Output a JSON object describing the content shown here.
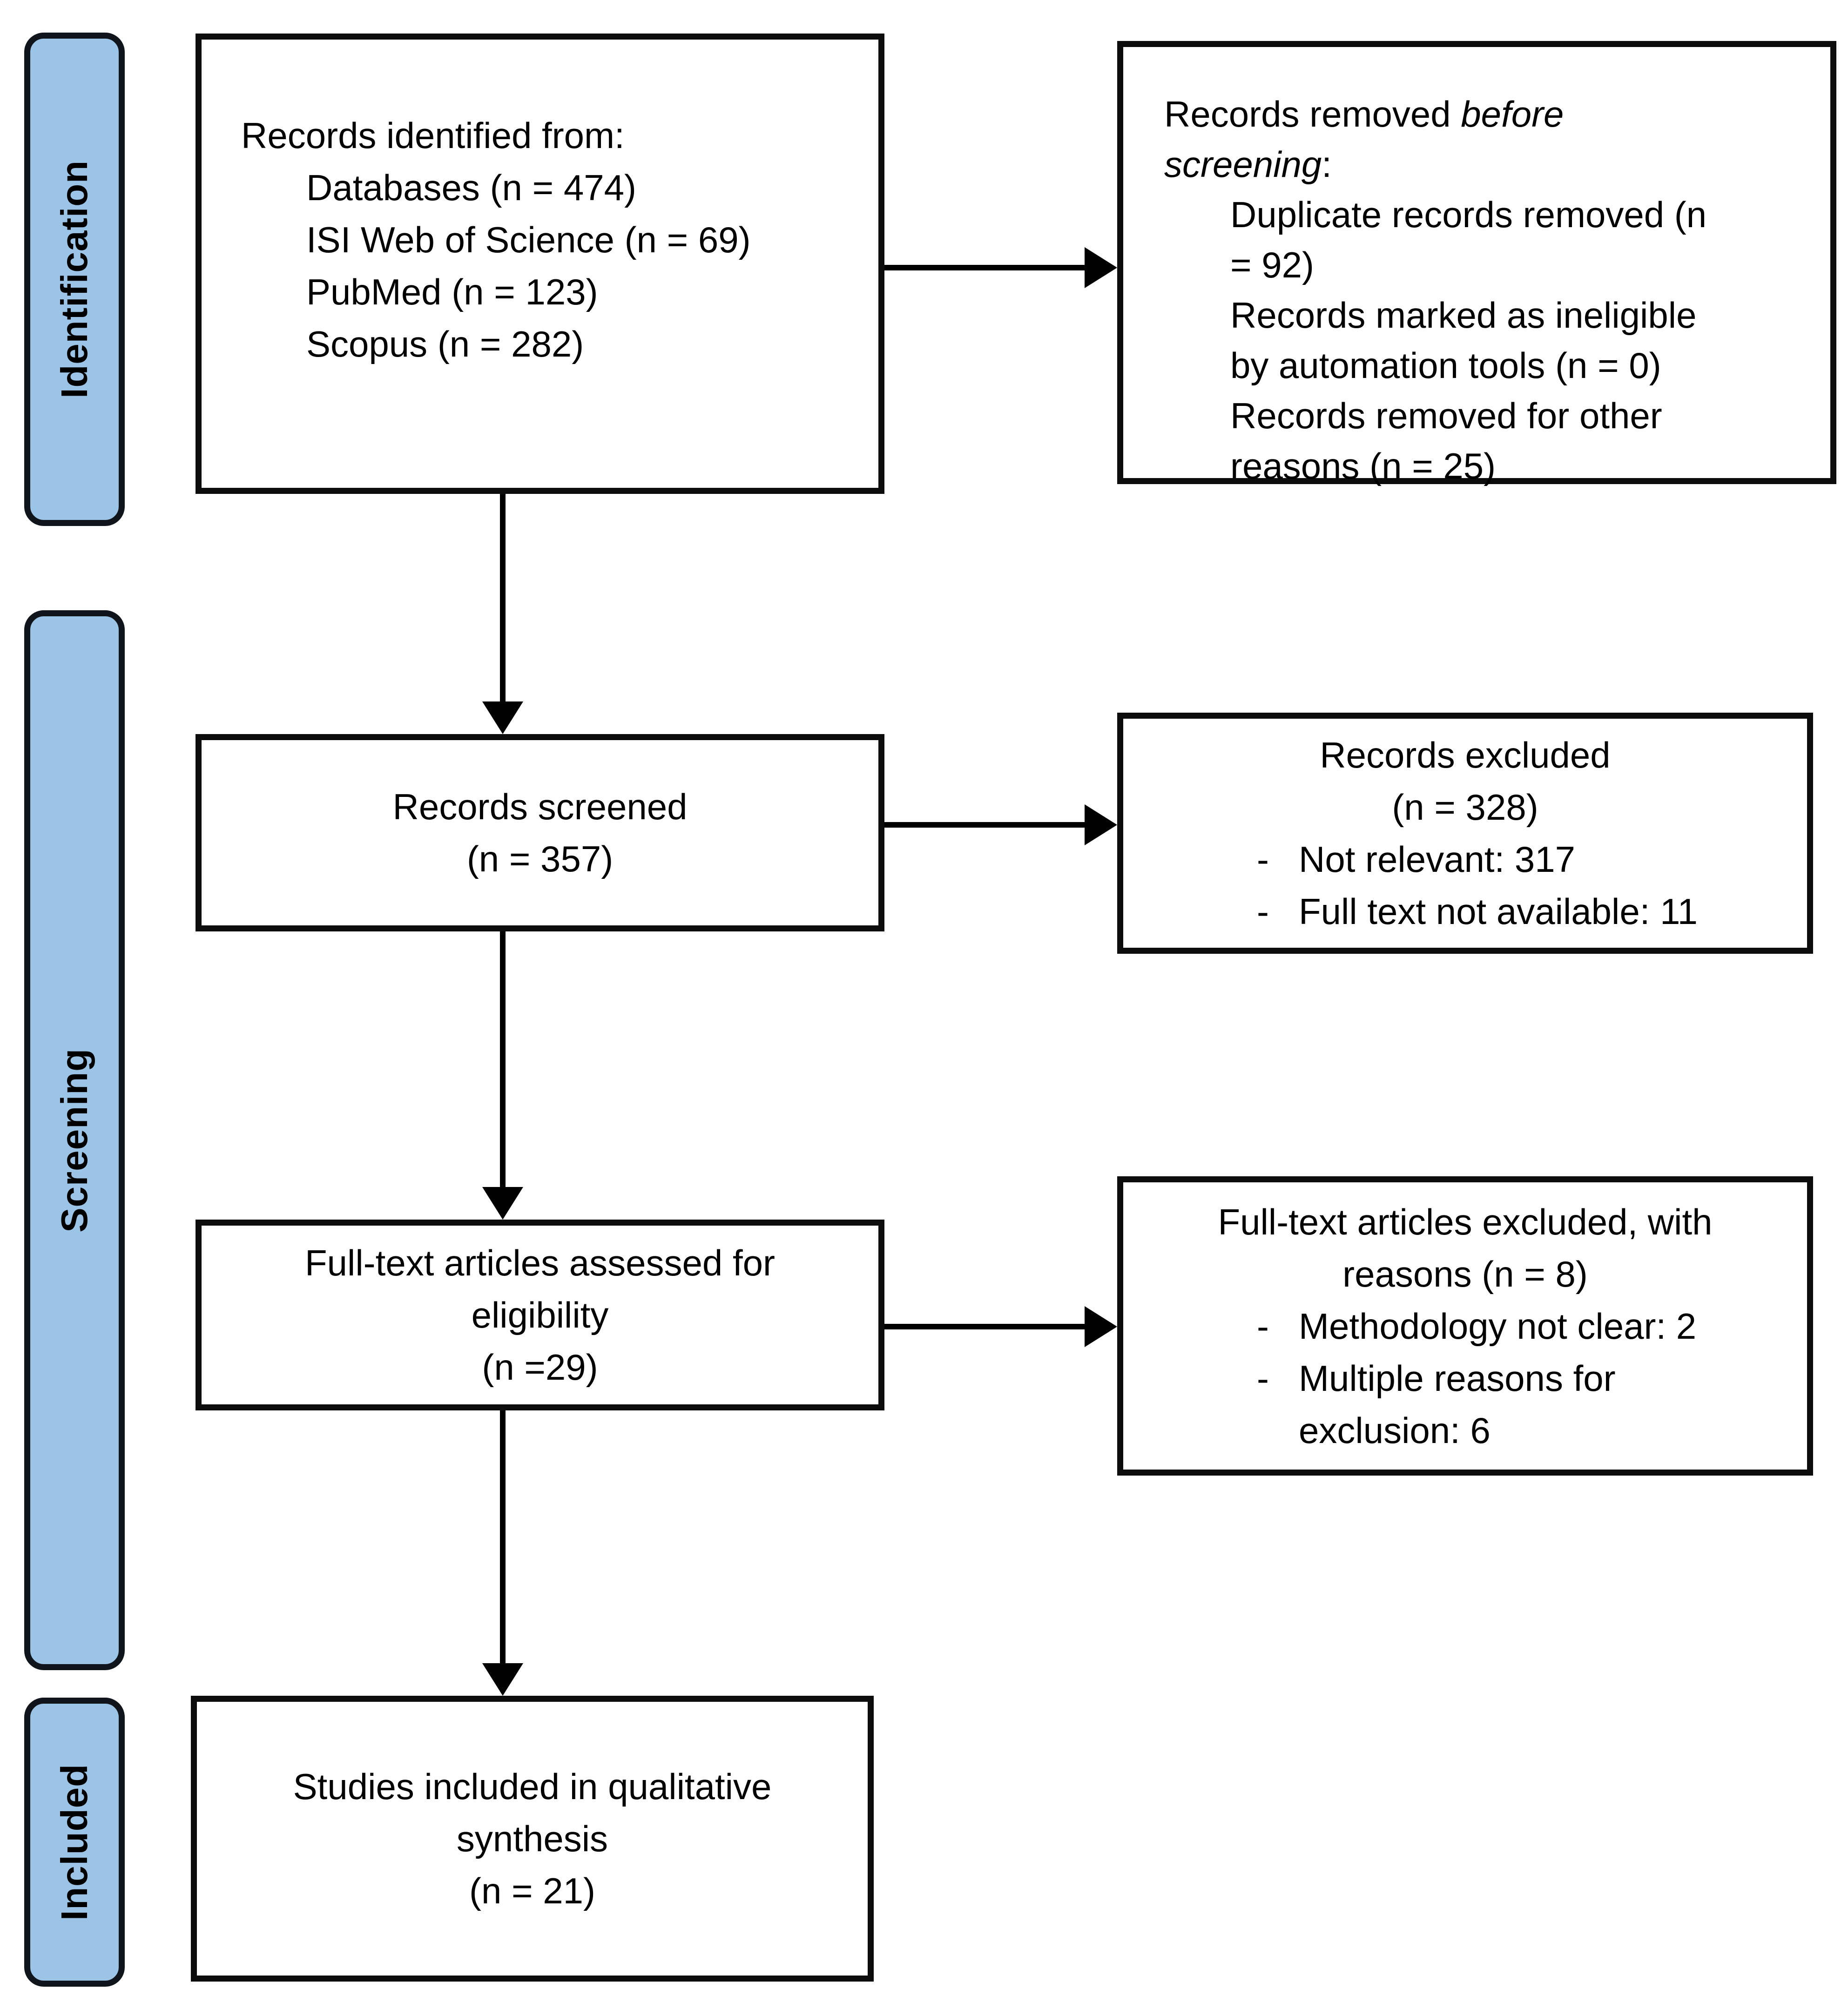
{
  "sidebar": {
    "fill_color": "#9CC4E6",
    "stages": [
      {
        "label": "Identification"
      },
      {
        "label": "Screening"
      },
      {
        "label": "Included"
      }
    ]
  },
  "boxes": {
    "identified": {
      "title": "Records identified from:",
      "items": [
        "Databases (n = 474)",
        "ISI Web of Science (n = 69)",
        "PubMed (n = 123)",
        "Scopus (n = 282)"
      ]
    },
    "removed_before_screening": {
      "title_normal": "Records removed ",
      "title_italic": "before",
      "title_line2_italic": "screening",
      "title_line2_suffix": ":",
      "detail_lines": [
        "Duplicate records removed (n",
        "= 92)",
        "Records marked as ineligible",
        "by automation tools (n = 0)",
        "Records removed for other",
        "reasons (n = 25)"
      ]
    },
    "screened": {
      "lines": [
        "Records screened",
        "(n = 357)"
      ]
    },
    "records_excluded": {
      "lines": [
        "Records excluded",
        "(n = 328)"
      ],
      "bullets": [
        {
          "marker": "-",
          "text": "Not relevant: 317"
        },
        {
          "marker": "-",
          "text": "Full text not available: 11"
        }
      ]
    },
    "fulltext_assessed": {
      "lines": [
        "Full-text articles assessed for",
        "eligibility",
        "(n =29)"
      ]
    },
    "fulltext_excluded": {
      "lines": [
        "Full-text articles excluded, with",
        "reasons (n = 8)"
      ],
      "bullets": [
        {
          "marker": "-",
          "text": "Methodology not clear: 2"
        },
        {
          "marker": "-",
          "text": "Multiple reasons for"
        },
        {
          "marker": "",
          "text": "exclusion: 6"
        }
      ]
    },
    "studies_included": {
      "lines": [
        "Studies included in qualitative",
        "synthesis",
        "(n = 21)"
      ]
    }
  }
}
